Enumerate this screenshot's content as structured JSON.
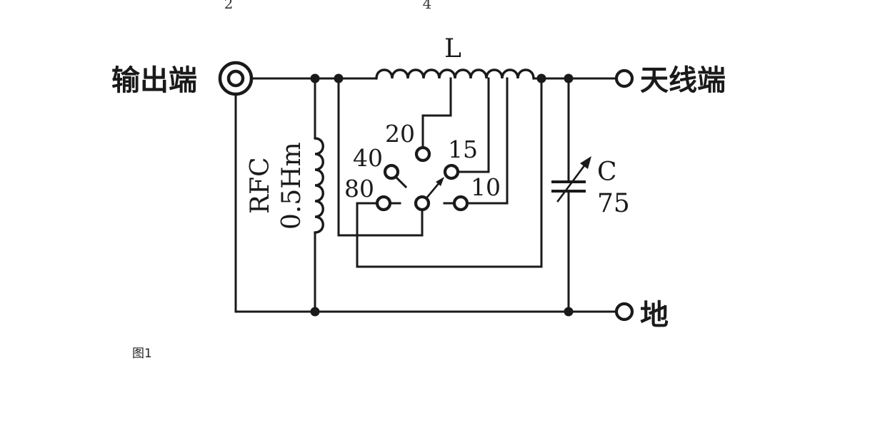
{
  "page_numbers": [
    "2",
    "4"
  ],
  "diagram": {
    "output_label": "输出端",
    "antenna_label": "天线端",
    "ground_label": "地",
    "inductor_label": "L",
    "rfc_label": "RFC",
    "rfc_value": "0.5Hm",
    "capacitor_label": "C",
    "capacitor_value": "75",
    "switch_positions": [
      "20",
      "15",
      "40",
      "80",
      "10"
    ]
  },
  "caption": "图1"
}
